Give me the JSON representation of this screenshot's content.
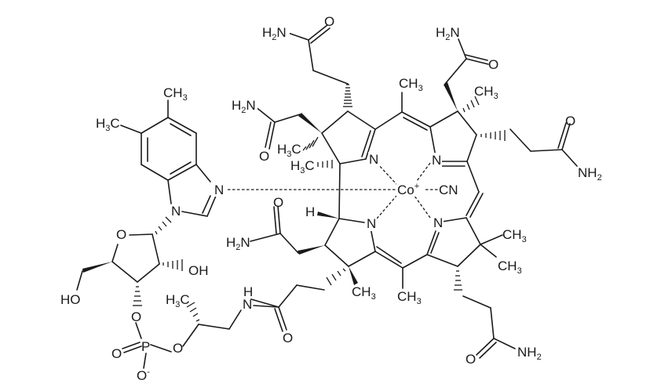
{
  "diagram": {
    "type": "chemical-structure",
    "molecule": "cyanocobalamin",
    "colors": {
      "ink": "#1a1a1a",
      "background": "#ffffff"
    },
    "labels": {
      "amide_top_left_N": "H",
      "amide_top_left_N_sub": "2",
      "amide_top_left_N_tail": "N",
      "amide_top_left_O": "O",
      "amide_left_N": "H",
      "amide_left_N_sub": "2",
      "amide_left_N_tail": "N",
      "amide_left_O": "O",
      "methyl_A1": "H",
      "methyl_A1_sub": "3",
      "methyl_A1_tail": "C",
      "methyl_A2": "H",
      "methyl_A2_sub": "3",
      "methyl_A2_tail": "C",
      "methyl_bridge_top": "CH",
      "methyl_bridge_top_sub": "3",
      "amide_top_right_N": "H",
      "amide_top_right_N_sub": "2",
      "amide_top_right_N_tail": "N",
      "amide_top_right_O": "O",
      "methyl_B": "CH",
      "methyl_B_sub": "3",
      "amide_right_O": "O",
      "amide_right_N": "NH",
      "amide_right_N_sub": "2",
      "ring_N_A": "N",
      "ring_N_B": "N",
      "ring_N_C": "N",
      "ring_N_D": "N",
      "cobalt": "Co",
      "cobalt_charge": "+",
      "cyanide": "CN",
      "benzimidazole_N3": "N",
      "benzimidazole_N1": "N",
      "bz_methyl_top": "CH",
      "bz_methyl_top_sub": "3",
      "bz_methyl_left": "H",
      "bz_methyl_left_sub": "3",
      "bz_methyl_left_tail": "C",
      "ring_H": "H",
      "amide_lower_left_O": "O",
      "amide_lower_left_N": "H",
      "amide_lower_left_N_sub": "2",
      "amide_lower_left_N_tail": "N",
      "ribose_O": "O",
      "ribose_OH": "OH",
      "ribose_HO": "HO",
      "phosphate_O_ester1": "O",
      "phosphate_P": "P",
      "phosphate_O_double": "O",
      "phosphate_O_minus": "O",
      "phosphate_O_minus_charge": "-",
      "phosphate_O_ester2": "O",
      "propyl_methyl": "H",
      "propyl_methyl_sub": "3",
      "propyl_methyl_tail": "C",
      "linker_NH_H": "H",
      "linker_NH_N": "N",
      "linker_amide_O": "O",
      "methyl_C_wedge": "CH",
      "methyl_C_wedge_sub": "3",
      "methyl_bridge_bottom": "CH",
      "methyl_bridge_bottom_sub": "3",
      "gem_methyl_1": "CH",
      "gem_methyl_1_sub": "3",
      "gem_methyl_2": "CH",
      "gem_methyl_2_sub": "3",
      "amide_bottom_right_O": "O",
      "amide_bottom_right_N": "NH",
      "amide_bottom_right_N_sub": "2"
    }
  }
}
